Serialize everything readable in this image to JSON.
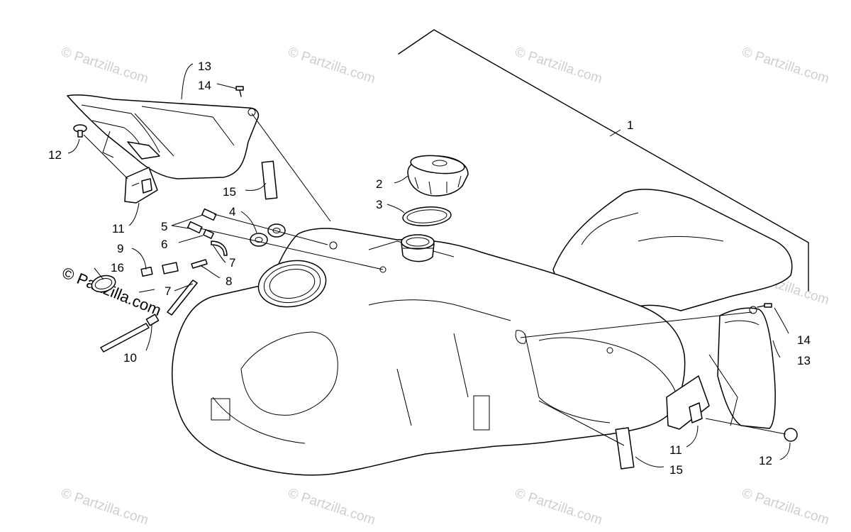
{
  "watermark": "© Partzilla.com",
  "callouts": {
    "c1": "1",
    "c2": "2",
    "c3": "3",
    "c4": "4",
    "c5": "5",
    "c6": "6",
    "c7a": "7",
    "c7b": "7",
    "c8": "8",
    "c9": "9",
    "c10": "10",
    "c11a": "11",
    "c11b": "11",
    "c12a": "12",
    "c12b": "12",
    "c13a": "13",
    "c13b": "13",
    "c14a": "14",
    "c14b": "14",
    "c15a": "15",
    "c15b": "15",
    "c16": "16"
  }
}
